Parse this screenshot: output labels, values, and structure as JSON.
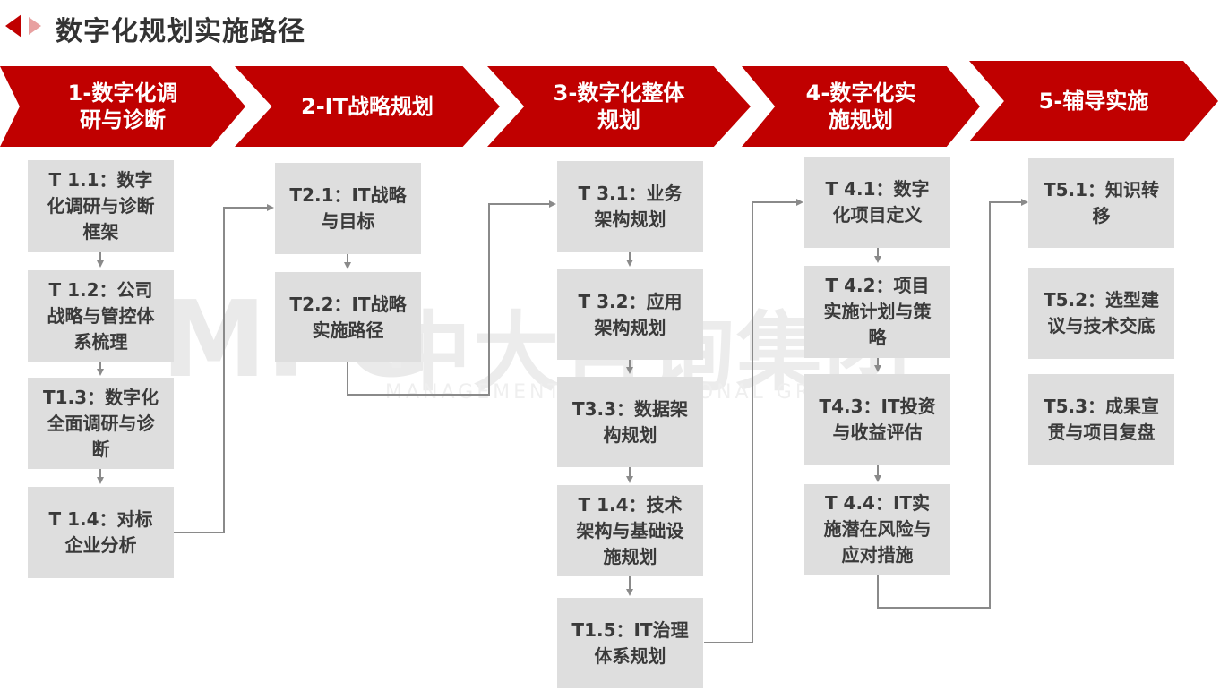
{
  "header": {
    "title": "数字化规划实施路径"
  },
  "watermark": {
    "logo": "MPG",
    "name_cn": "中大咨询集团",
    "name_en": "MANAGEMENT PROFESSIONAL GROUP"
  },
  "colors": {
    "accent": "#c00000",
    "task_bg": "#dedede",
    "connector": "#8a8a8a"
  },
  "phases": [
    {
      "line1": "1-数字化调",
      "line2": "研与诊断"
    },
    {
      "line1": "2-IT战略规划",
      "line2": ""
    },
    {
      "line1": "3-数字化整体",
      "line2": "规划"
    },
    {
      "line1": "4-数字化实",
      "line2": "施规划"
    },
    {
      "line1": "5-辅导实施",
      "line2": ""
    }
  ],
  "tasks": {
    "t1_1": "T 1.1：数字化调研与诊断框架",
    "t1_2": "T 1.2：公司战略与管控体系梳理",
    "t1_3": "T1.3：数字化全面调研与诊断",
    "t1_4": "T 1.4：对标企业分析",
    "t2_1": "T2.1：IT战略与目标",
    "t2_2": "T2.2：IT战略实施路径",
    "t3_1": "T 3.1：业务架构规划",
    "t3_2": "T 3.2：应用架构规划",
    "t3_3": "T3.3：数据架构规划",
    "t3_4": "T 1.4：技术架构与基础设施规划",
    "t3_5": "T1.5：IT治理体系规划",
    "t4_1": "T 4.1：数字化项目定义",
    "t4_2": "T 4.2：项目实施计划与策略",
    "t4_3": "T4.3：IT投资与收益评估",
    "t4_4": "T 4.4：IT实施潜在风险与应对措施",
    "t5_1": "T5.1：知识转移",
    "t5_2": "T5.2：选型建议与技术交底",
    "t5_3": "T5.3：成果宣贯与项目复盘"
  }
}
